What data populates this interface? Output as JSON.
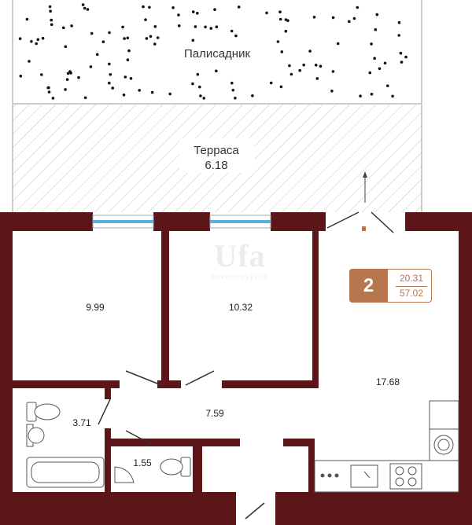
{
  "plan": {
    "zones": {
      "front_garden": "Палисадник",
      "terrace_name": "Терраса",
      "terrace_area": "6.18"
    },
    "rooms": [
      {
        "id": "bedroom-1",
        "area": "9.99"
      },
      {
        "id": "bedroom-2",
        "area": "10.32"
      },
      {
        "id": "kitchen-living",
        "area": "17.68"
      },
      {
        "id": "hallway",
        "area": "7.59"
      },
      {
        "id": "bathroom",
        "area": "3.71"
      },
      {
        "id": "toilet",
        "area": "1.55"
      }
    ]
  },
  "badge": {
    "rooms_count": "2",
    "living_area": "20.31",
    "total_area": "57.02"
  },
  "watermark": {
    "logo": "Ufa",
    "site": "novostroyki.ru"
  },
  "colors": {
    "wall": "#5c1518",
    "accent": "#b8764f",
    "window": "#5aaee0",
    "hatch": "#bdbdbd"
  }
}
